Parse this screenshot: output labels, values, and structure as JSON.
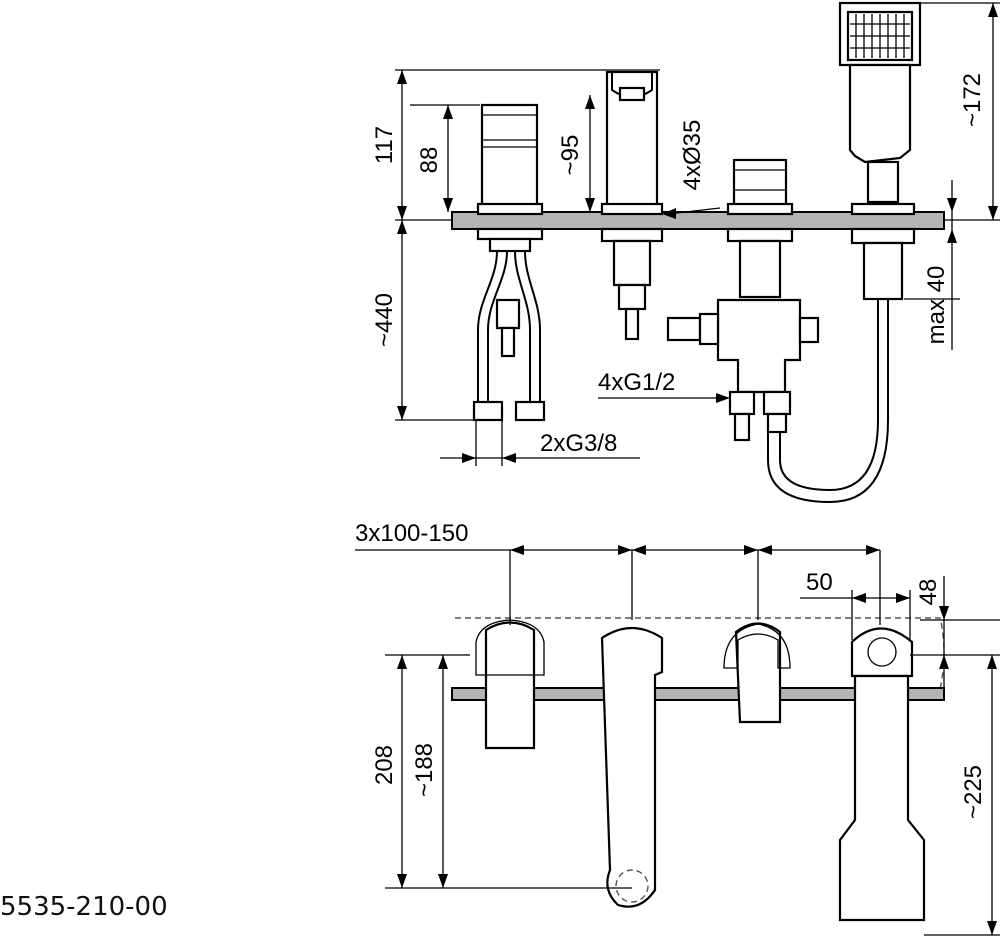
{
  "product_code": "5535-210-00",
  "dimensions": {
    "d117": "117",
    "d88": "88",
    "d95": "~95",
    "d4x35": "4xØ35",
    "d172": "~172",
    "d440": "~440",
    "dmax40": "max 40",
    "d4xg12": "4xG1/2",
    "d2xg38": "2xG3/8",
    "d3x100": "3x100-150",
    "d50": "50",
    "d48": "48",
    "d208": "208",
    "d188": "~188",
    "d225": "~225"
  }
}
